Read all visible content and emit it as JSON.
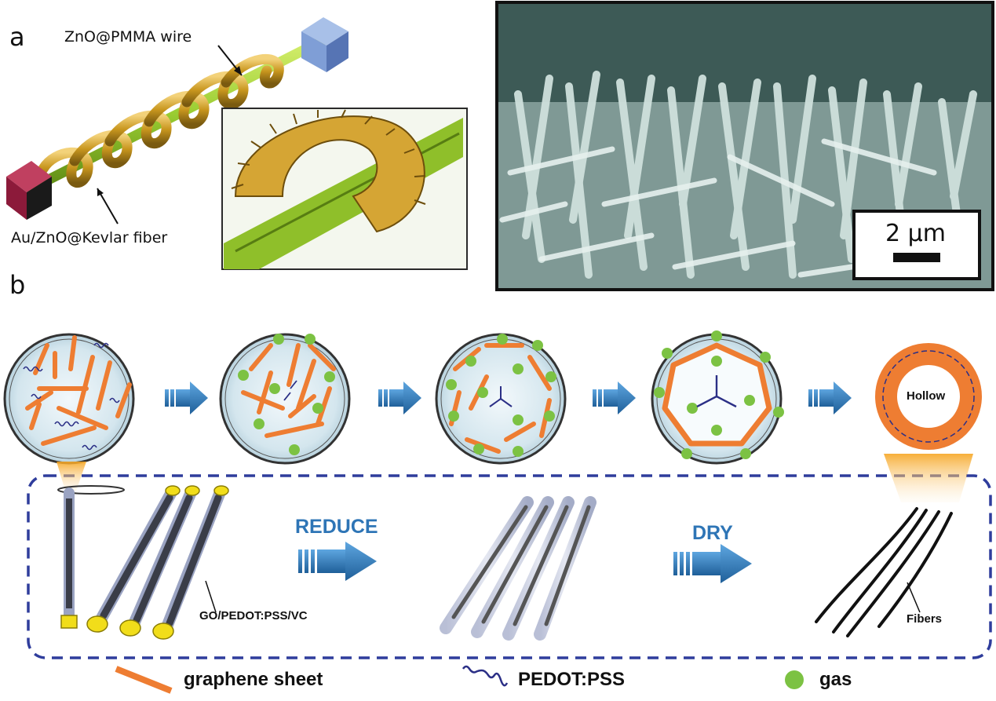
{
  "panel_a": {
    "letter": "a",
    "label_wire": "ZnO@PMMA wire",
    "label_fiber": "Au/ZnO@Kevlar fiber",
    "scale_bar": "2 μm"
  },
  "panel_b": {
    "letter": "b",
    "hollow_label": "Hollow",
    "reduce_label": "REDUCE",
    "dry_label": "DRY",
    "solution_label": "GO/PEDOT:PSS/VC",
    "fibers_label": "Fibers"
  },
  "legend": {
    "graphene": "graphene sheet",
    "pedot": "PEDOT:PSS",
    "gas": "gas"
  },
  "colors": {
    "graphene": "#ee7d32",
    "pedot": "#2b2f86",
    "gas": "#7cc243",
    "arrow_blue": "#2e75b6",
    "dashed_box": "#2f3d9c",
    "helix_gold": "#c8961e",
    "wire_green": "#9acd32"
  }
}
